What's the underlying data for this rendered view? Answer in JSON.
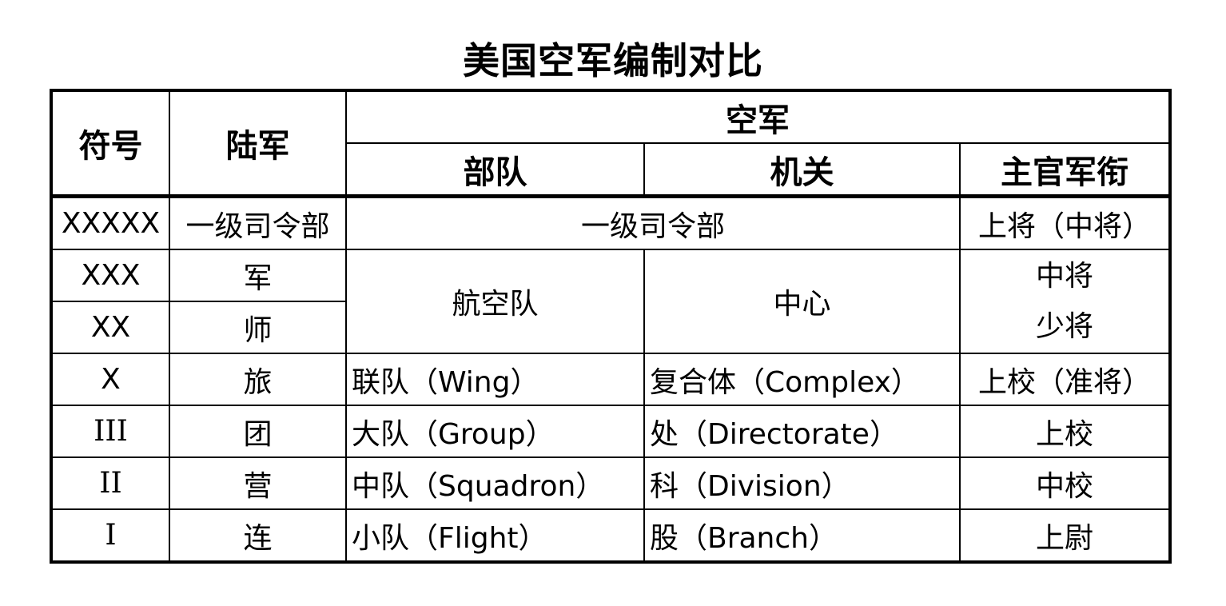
{
  "title": "美国空军编制对比",
  "table": {
    "headers": {
      "symbol": "符号",
      "army": "陆军",
      "air_force": "空军",
      "units": "部队",
      "agencies": "机关",
      "commander_rank": "主官军衔"
    },
    "rows": [
      {
        "symbol": "XXXXX",
        "army": "一级司令部",
        "air_force_merged": "一级司令部",
        "rank": "上将（中将）"
      },
      {
        "symbol": "XXX",
        "army": "军",
        "unit": "航空队",
        "agency": "中心",
        "rank": "中将"
      },
      {
        "symbol": "XX",
        "army": "师",
        "rank": "少将"
      },
      {
        "symbol": "X",
        "army": "旅",
        "unit": "联队（Wing）",
        "agency": "复合体（Complex）",
        "rank": "上校（准将）"
      },
      {
        "symbol": "III",
        "army": "团",
        "unit": "大队（Group）",
        "agency": "处（Directorate）",
        "rank": "上校"
      },
      {
        "symbol": "II",
        "army": "营",
        "unit": "中队（Squadron）",
        "agency": "科（Division）",
        "rank": "中校"
      },
      {
        "symbol": "I",
        "army": "连",
        "unit": "小队（Flight）",
        "agency": "股（Branch）",
        "rank": "上尉"
      }
    ]
  }
}
